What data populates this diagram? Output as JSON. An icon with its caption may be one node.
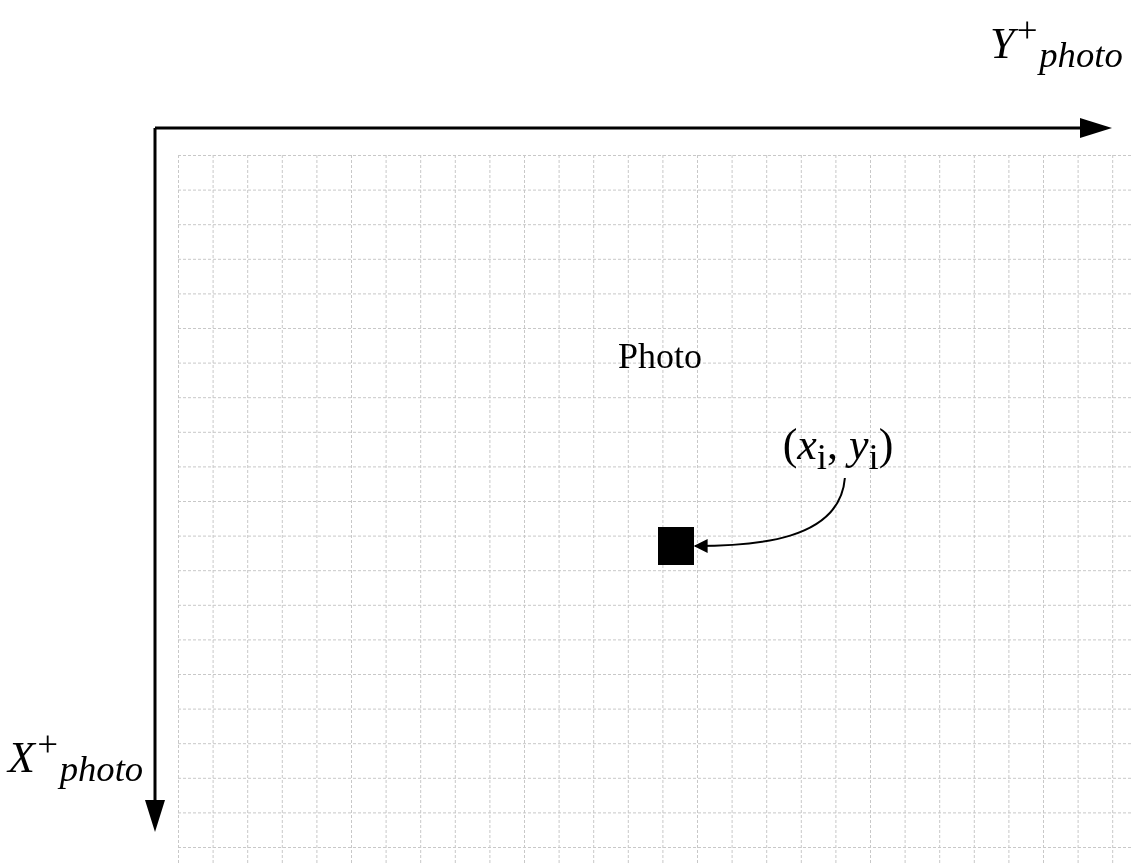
{
  "diagram": {
    "nodes": [
      {
        "text": [
          "Photo"
        ]
      },
      {
        "text": [
          "(*x*$_{i}$, *y*$_{i}$)"
        ],
        "in": 0
      },
      {
        "text": [],
        "shape": "box",
        "in": 0
      }
    ],
    "edges": [
      {
        "from": 1,
        "to": 2,
        "arrow": "to"
      }
    ],
    "labels": [
      "Y$^{+}$$_{photo}$",
      "X$^{+}$$_{photo}$"
    ]
  }
}
